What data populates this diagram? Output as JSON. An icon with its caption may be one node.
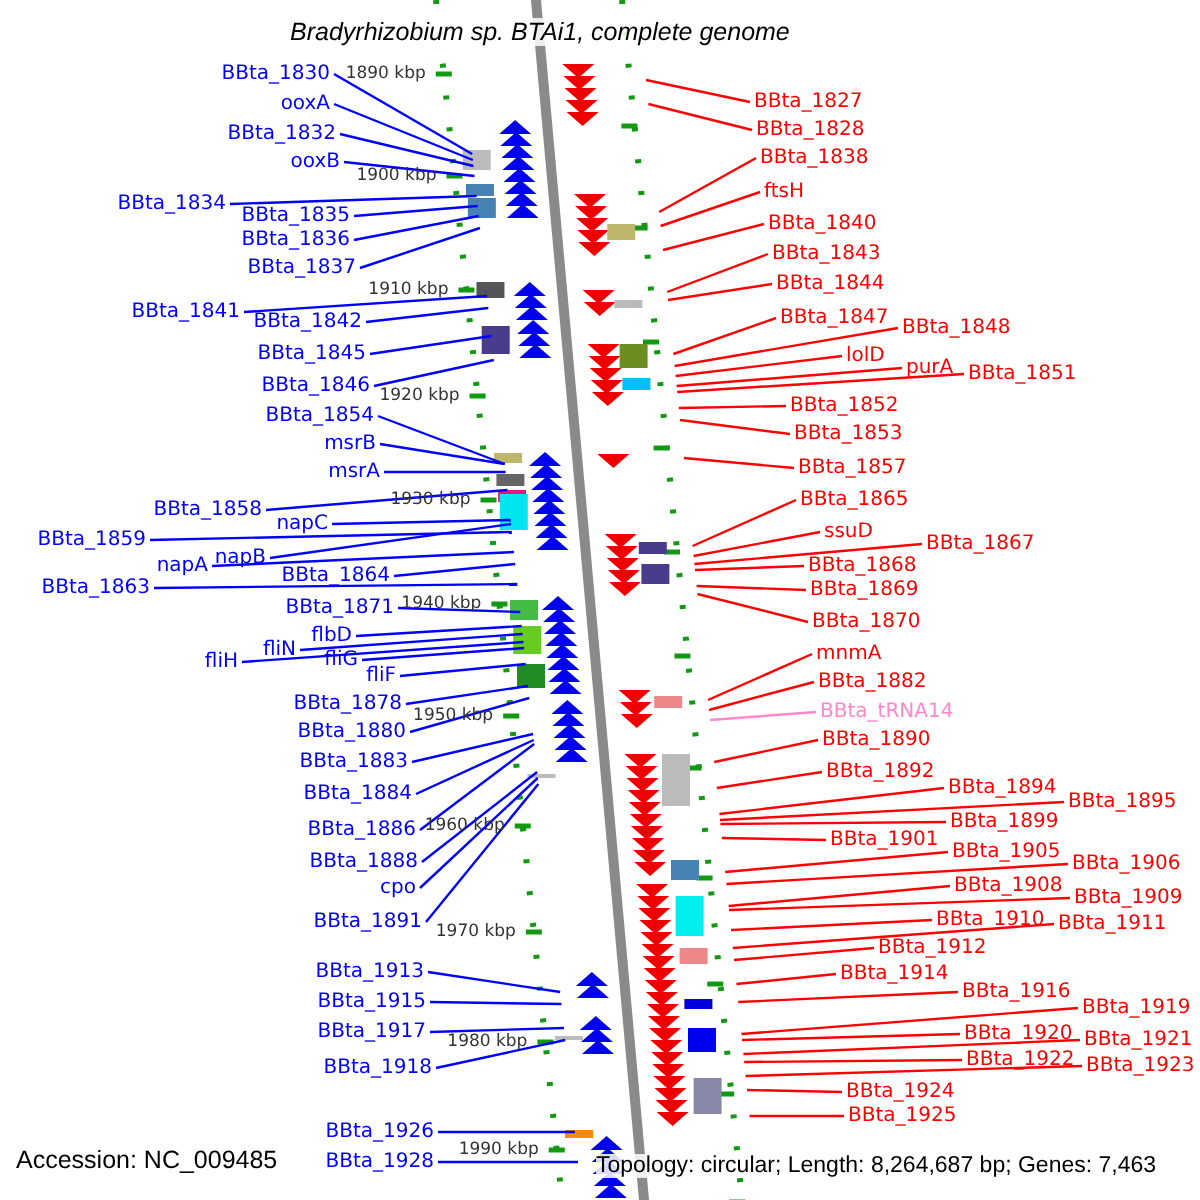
{
  "diagram": {
    "title": "Bradyrhizobium sp. BTAi1, complete genome",
    "nodes": [
      {
        "text": [
          "BBta_1830"
        ]
      },
      {
        "text": [
          "ooxA"
        ]
      },
      {
        "text": [
          "BBta_1832"
        ]
      },
      {
        "text": [
          "ooxB"
        ]
      },
      {
        "text": [
          "BBta_1834"
        ]
      },
      {
        "text": [
          "BBta_1835"
        ]
      },
      {
        "text": [
          "BBta_1836"
        ]
      },
      {
        "text": [
          "BBta_1837"
        ]
      },
      {
        "text": [
          "BBta_1841"
        ]
      },
      {
        "text": [
          "BBta_1842"
        ]
      },
      {
        "text": [
          "BBta_1845"
        ]
      },
      {
        "text": [
          "BBta_1846"
        ]
      },
      {
        "text": [
          "BBta_1854"
        ]
      },
      {
        "text": [
          "msrB"
        ]
      },
      {
        "text": [
          "msrA"
        ]
      },
      {
        "text": [
          "BBta_1858"
        ]
      },
      {
        "text": [
          "BBta_1859"
        ]
      },
      {
        "text": [
          "napC"
        ]
      },
      {
        "text": [
          "napB"
        ]
      },
      {
        "text": [
          "napA"
        ]
      },
      {
        "text": [
          "BBta_1863"
        ]
      },
      {
        "text": [
          "BBta_1864"
        ]
      },
      {
        "text": [
          "BBta_1871"
        ]
      },
      {
        "text": [
          "flbD"
        ]
      },
      {
        "text": [
          "fliN"
        ]
      },
      {
        "text": [
          "fliG"
        ]
      },
      {
        "text": [
          "fliH"
        ]
      },
      {
        "text": [
          "fliF"
        ]
      },
      {
        "text": [
          "BBta_1878"
        ]
      },
      {
        "text": [
          "BBta_1880"
        ]
      },
      {
        "text": [
          "BBta_1883"
        ]
      },
      {
        "text": [
          "BBta_1884"
        ]
      },
      {
        "text": [
          "BBta_1886"
        ]
      },
      {
        "text": [
          "BBta_1888"
        ]
      },
      {
        "text": [
          "cpo"
        ]
      },
      {
        "text": [
          "BBta_1891"
        ]
      },
      {
        "text": [
          "BBta_1913"
        ]
      },
      {
        "text": [
          "BBta_1915"
        ]
      },
      {
        "text": [
          "BBta_1917"
        ]
      },
      {
        "text": [
          "BBta_1918"
        ]
      },
      {
        "text": [
          "BBta_1926"
        ]
      },
      {
        "text": [
          "BBta_1928"
        ]
      },
      {
        "text": [
          "BBta_1827"
        ]
      },
      {
        "text": [
          "BBta_1828"
        ]
      },
      {
        "text": [
          "BBta_1838"
        ]
      },
      {
        "text": [
          "ftsH"
        ]
      },
      {
        "text": [
          "BBta_1840"
        ]
      },
      {
        "text": [
          "BBta_1843"
        ]
      },
      {
        "text": [
          "BBta_1844"
        ]
      },
      {
        "text": [
          "BBta_1847"
        ]
      },
      {
        "text": [
          "BBta_1848"
        ]
      },
      {
        "text": [
          "lolD"
        ]
      },
      {
        "text": [
          "purA"
        ]
      },
      {
        "text": [
          "BBta_1851"
        ]
      },
      {
        "text": [
          "BBta_1852"
        ]
      },
      {
        "text": [
          "BBta_1853"
        ]
      },
      {
        "text": [
          "BBta_1857"
        ]
      },
      {
        "text": [
          "BBta_1865"
        ]
      },
      {
        "text": [
          "ssuD"
        ]
      },
      {
        "text": [
          "BBta_1867"
        ]
      },
      {
        "text": [
          "BBta_1868"
        ]
      },
      {
        "text": [
          "BBta_1869"
        ]
      },
      {
        "text": [
          "BBta_1870"
        ]
      },
      {
        "text": [
          "mnmA"
        ]
      },
      {
        "text": [
          "BBta_1882"
        ]
      },
      {
        "text": [
          "BBta_tRNA14"
        ]
      },
      {
        "text": [
          "BBta_1890"
        ]
      },
      {
        "text": [
          "BBta_1892"
        ]
      },
      {
        "text": [
          "BBta_1894"
        ]
      },
      {
        "text": [
          "BBta_1895"
        ]
      },
      {
        "text": [
          "BBta_1899"
        ]
      },
      {
        "text": [
          "BBta_1901"
        ]
      },
      {
        "text": [
          "BBta_1905"
        ]
      },
      {
        "text": [
          "BBta_1906"
        ]
      },
      {
        "text": [
          "BBta_1908"
        ]
      },
      {
        "text": [
          "BBta_1909"
        ]
      },
      {
        "text": [
          "BBta_1910"
        ]
      },
      {
        "text": [
          "BBta_1911"
        ]
      },
      {
        "text": [
          "BBta_1912"
        ]
      },
      {
        "text": [
          "BBta_1914"
        ]
      },
      {
        "text": [
          "BBta_1916"
        ]
      },
      {
        "text": [
          "BBta_1919"
        ]
      },
      {
        "text": [
          "BBta_1920"
        ]
      },
      {
        "text": [
          "BBta_1921"
        ]
      },
      {
        "text": [
          "BBta_1922"
        ]
      },
      {
        "text": [
          "BBta_1923"
        ]
      },
      {
        "text": [
          "BBta_1924"
        ]
      },
      {
        "text": [
          "BBta_1925"
        ]
      }
    ],
    "edges": [
      {
        "from": 0,
        "to": null,
        "arrow": "none",
        "color": "#0000ff"
      },
      {
        "from": 1,
        "to": null,
        "arrow": "none",
        "color": "#0000ff"
      },
      {
        "from": 2,
        "to": null,
        "arrow": "none",
        "color": "#0000ff"
      },
      {
        "from": 3,
        "to": null,
        "arrow": "none",
        "color": "#0000ff"
      },
      {
        "from": 4,
        "to": null,
        "arrow": "none",
        "color": "#0000ff"
      },
      {
        "from": 5,
        "to": null,
        "arrow": "none",
        "color": "#0000ff"
      },
      {
        "from": 6,
        "to": null,
        "arrow": "none",
        "color": "#0000ff"
      },
      {
        "from": 7,
        "to": null,
        "arrow": "none",
        "color": "#0000ff"
      },
      {
        "from": 8,
        "to": null,
        "arrow": "none",
        "color": "#0000ff"
      },
      {
        "from": 9,
        "to": null,
        "arrow": "none",
        "color": "#0000ff"
      },
      {
        "from": 10,
        "to": null,
        "arrow": "none",
        "color": "#0000ff"
      },
      {
        "from": 11,
        "to": null,
        "arrow": "none",
        "color": "#0000ff"
      },
      {
        "from": 12,
        "to": null,
        "arrow": "none",
        "color": "#0000ff"
      },
      {
        "from": 13,
        "to": null,
        "arrow": "none",
        "color": "#0000ff"
      },
      {
        "from": 14,
        "to": null,
        "arrow": "none",
        "color": "#0000ff"
      },
      {
        "from": 15,
        "to": null,
        "arrow": "none",
        "color": "#0000ff"
      },
      {
        "from": 16,
        "to": null,
        "arrow": "none",
        "color": "#0000ff"
      },
      {
        "from": 17,
        "to": null,
        "arrow": "none",
        "color": "#0000ff"
      },
      {
        "from": 18,
        "to": null,
        "arrow": "none",
        "color": "#0000ff"
      },
      {
        "from": 19,
        "to": null,
        "arrow": "none",
        "color": "#0000ff"
      },
      {
        "from": 20,
        "to": null,
        "arrow": "none",
        "color": "#0000ff"
      },
      {
        "from": 21,
        "to": null,
        "arrow": "none",
        "color": "#0000ff"
      },
      {
        "from": 22,
        "to": null,
        "arrow": "none",
        "color": "#0000ff"
      },
      {
        "from": 23,
        "to": null,
        "arrow": "none",
        "color": "#0000ff"
      },
      {
        "from": 24,
        "to": null,
        "arrow": "none",
        "color": "#0000ff"
      },
      {
        "from": 25,
        "to": null,
        "arrow": "none",
        "color": "#0000ff"
      },
      {
        "from": 26,
        "to": null,
        "arrow": "none",
        "color": "#0000ff"
      },
      {
        "from": 27,
        "to": null,
        "arrow": "none",
        "color": "#0000ff"
      },
      {
        "from": 28,
        "to": null,
        "arrow": "none",
        "color": "#0000ff"
      },
      {
        "from": 29,
        "to": null,
        "arrow": "none",
        "color": "#0000ff"
      },
      {
        "from": 30,
        "to": null,
        "arrow": "none",
        "color": "#0000ff"
      },
      {
        "from": 31,
        "to": null,
        "arrow": "none",
        "color": "#0000ff"
      },
      {
        "from": 32,
        "to": null,
        "arrow": "none",
        "color": "#0000ff"
      },
      {
        "from": 33,
        "to": null,
        "arrow": "none",
        "color": "#0000ff"
      },
      {
        "from": 34,
        "to": null,
        "arrow": "none",
        "color": "#0000ff"
      },
      {
        "from": 35,
        "to": null,
        "arrow": "none",
        "color": "#0000ff"
      },
      {
        "from": 36,
        "to": null,
        "arrow": "none",
        "color": "#0000ff"
      },
      {
        "from": 37,
        "to": null,
        "arrow": "none",
        "color": "#0000ff"
      },
      {
        "from": 38,
        "to": null,
        "arrow": "none",
        "color": "#0000ff"
      },
      {
        "from": 39,
        "to": null,
        "arrow": "none",
        "color": "#0000ff"
      },
      {
        "from": 40,
        "to": null,
        "arrow": "none",
        "color": "#0000ff"
      },
      {
        "from": 41,
        "to": null,
        "arrow": "none",
        "color": "#0000ff"
      },
      {
        "from": 42,
        "to": null,
        "arrow": "none"
      },
      {
        "from": 43,
        "to": null,
        "arrow": "none"
      },
      {
        "from": 44,
        "to": null,
        "arrow": "none"
      },
      {
        "from": 45,
        "to": null,
        "arrow": "none"
      },
      {
        "from": 46,
        "to": null,
        "arrow": "none"
      },
      {
        "from": 47,
        "to": null,
        "arrow": "none"
      },
      {
        "from": 48,
        "to": null,
        "arrow": "none"
      },
      {
        "from": 49,
        "to": null,
        "arrow": "none"
      },
      {
        "from": 50,
        "to": null,
        "arrow": "none"
      },
      {
        "from": 51,
        "to": null,
        "arrow": "none"
      },
      {
        "from": 52,
        "to": null,
        "arrow": "none"
      },
      {
        "from": 53,
        "to": null,
        "arrow": "none"
      },
      {
        "from": 54,
        "to": null,
        "arrow": "none"
      },
      {
        "from": 55,
        "to": null,
        "arrow": "none"
      },
      {
        "from": 56,
        "to": null,
        "arrow": "none"
      },
      {
        "from": 57,
        "to": null,
        "arrow": "none"
      },
      {
        "from": 58,
        "to": null,
        "arrow": "none"
      },
      {
        "from": 59,
        "to": null,
        "arrow": "none"
      },
      {
        "from": 60,
        "to": null,
        "arrow": "none"
      },
      {
        "from": 61,
        "to": null,
        "arrow": "none"
      },
      {
        "from": 62,
        "to": null,
        "arrow": "none"
      },
      {
        "from": 63,
        "to": null,
        "arrow": "none"
      },
      {
        "from": 64,
        "to": null,
        "arrow": "none"
      },
      {
        "from": 65,
        "to": null,
        "arrow": "none",
        "color": "#ff88cc"
      },
      {
        "from": 66,
        "to": null,
        "arrow": "none"
      },
      {
        "from": 67,
        "to": null,
        "arrow": "none"
      },
      {
        "from": 68,
        "to": null,
        "arrow": "none"
      },
      {
        "from": 69,
        "to": null,
        "arrow": "none"
      },
      {
        "from": 70,
        "to": null,
        "arrow": "none"
      },
      {
        "from": 71,
        "to": null,
        "arrow": "none"
      },
      {
        "from": 72,
        "to": null,
        "arrow": "none"
      },
      {
        "from": 73,
        "to": null,
        "arrow": "none"
      },
      {
        "from": 74,
        "to": null,
        "arrow": "none"
      },
      {
        "from": 75,
        "to": null,
        "arrow": "none"
      },
      {
        "from": 76,
        "to": null,
        "arrow": "none"
      },
      {
        "from": 77,
        "to": null,
        "arrow": "none"
      },
      {
        "from": 78,
        "to": null,
        "arrow": "none"
      },
      {
        "from": 79,
        "to": null,
        "arrow": "none"
      },
      {
        "from": 80,
        "to": null,
        "arrow": "none"
      },
      {
        "from": 81,
        "to": null,
        "arrow": "none"
      },
      {
        "from": 82,
        "to": null,
        "arrow": "none"
      },
      {
        "from": 83,
        "to": null,
        "arrow": "none"
      },
      {
        "from": 84,
        "to": null,
        "arrow": "none"
      },
      {
        "from": 85,
        "to": null,
        "arrow": "none"
      },
      {
        "from": 86,
        "to": null,
        "arrow": "none"
      },
      {
        "from": 87,
        "to": null,
        "arrow": "none"
      }
    ],
    "labels": [
      "1890 kbp",
      "1900 kbp",
      "1910 kbp",
      "1920 kbp",
      "1930 kbp",
      "1940 kbp",
      "1950 kbp",
      "1960 kbp",
      "1970 kbp",
      "1980 kbp",
      "1990 kbp",
      "Accession: NC_009485",
      "Topology: circular; Length: 8,264,687 bp; Genes: 7,463"
    ]
  }
}
